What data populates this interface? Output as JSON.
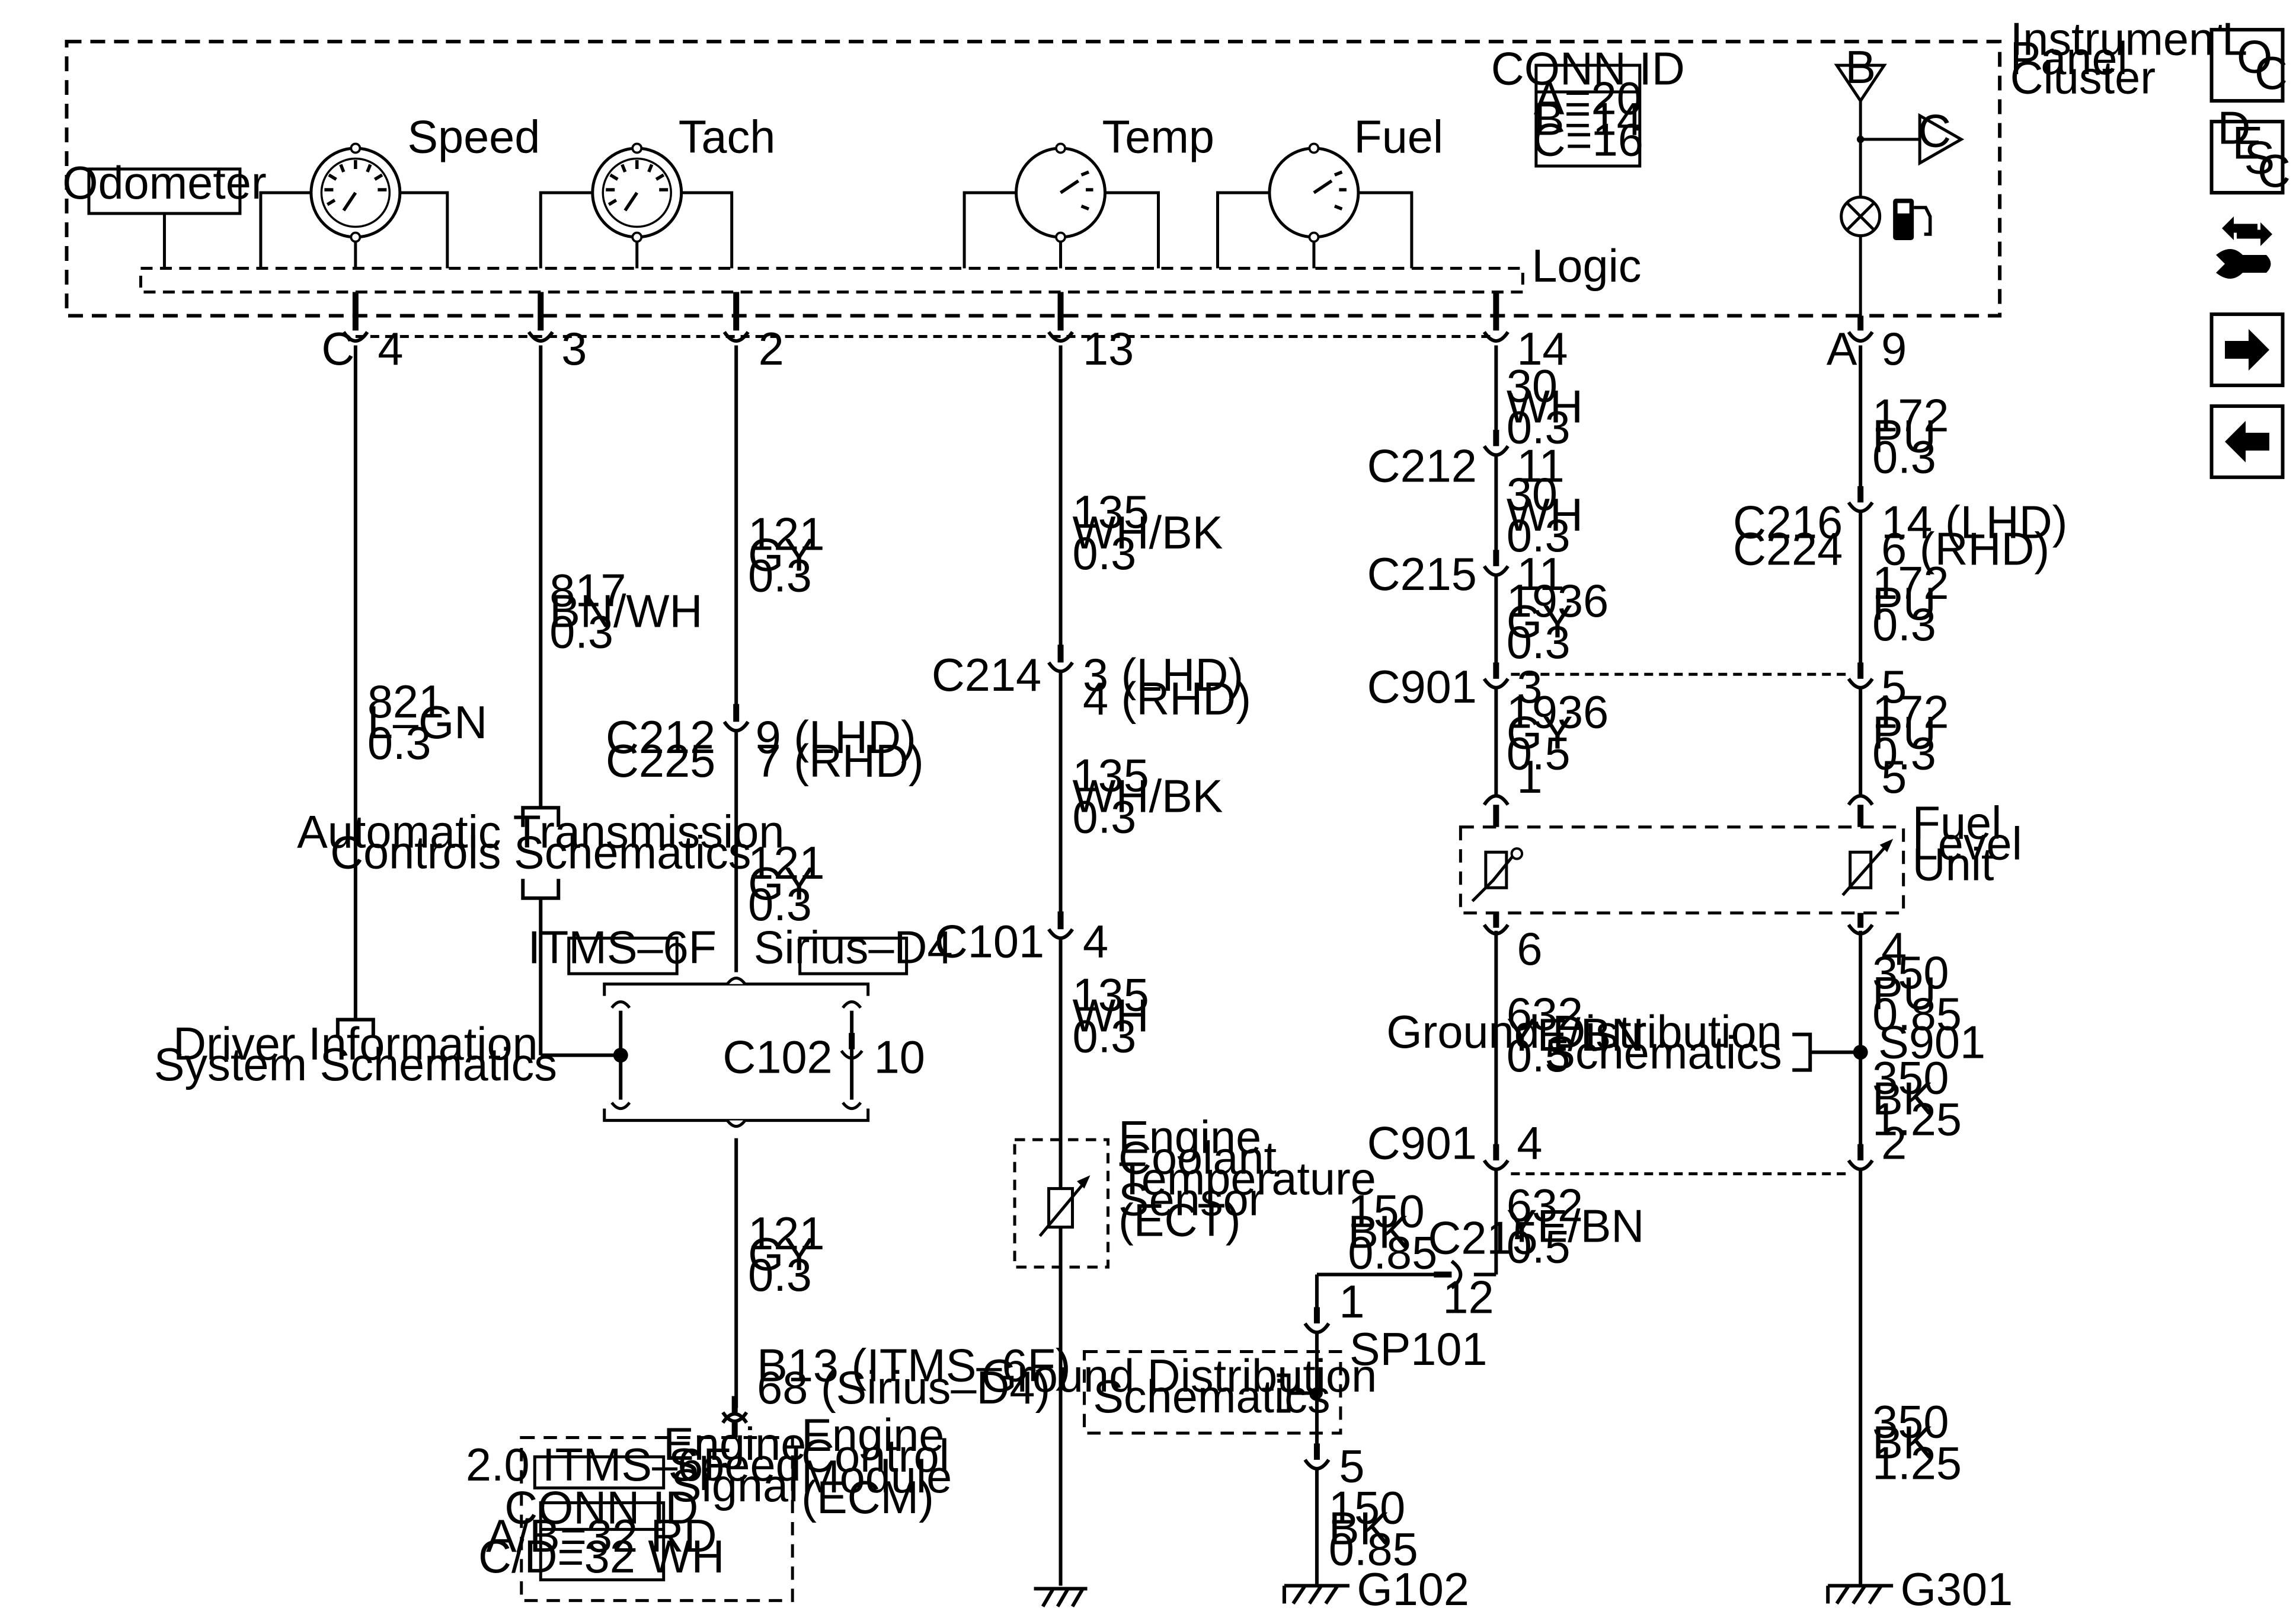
{
  "cluster": {
    "title_lines": [
      "Instrument",
      "Panel",
      "Cluster"
    ],
    "odometer": "Odometer",
    "logic": "Logic",
    "gauges": {
      "speed": "Speed",
      "tach": "Tach",
      "temp": "Temp",
      "fuel": "Fuel"
    },
    "conn_id": {
      "title": "CONN ID",
      "lines": [
        "A=20",
        "B=14",
        "C=16"
      ]
    },
    "bat_letter": "B",
    "c_letter": "C"
  },
  "pins": {
    "c_conn": "C",
    "p4": "4",
    "p3": "3",
    "p2": "2",
    "p13": "13",
    "p14": "14",
    "a_conn": "A",
    "p9": "9"
  },
  "wires": {
    "w821": [
      "821",
      "L–GN",
      "0.3"
    ],
    "w817": [
      "817",
      "BN/WH",
      "0.3"
    ],
    "w121a": [
      "121",
      "GY",
      "0.3"
    ],
    "w121b": [
      "121",
      "GY",
      "0.3"
    ],
    "w121c": [
      "121",
      "GY",
      "0.3"
    ],
    "w135a": [
      "135",
      "WH/BK",
      "0.3"
    ],
    "w135b": [
      "135",
      "WH/BK",
      "0.3"
    ],
    "w135c": [
      "135",
      "WH",
      "0.3"
    ],
    "w30a": [
      "30",
      "WH",
      "0.3"
    ],
    "w30b": [
      "30",
      "WH",
      "0.3"
    ],
    "w1936a": [
      "1936",
      "GY",
      "0.3"
    ],
    "w1936b": [
      "1936",
      "GY",
      "0.5"
    ],
    "w632a": [
      "632",
      "YE/BN",
      "0.5"
    ],
    "w632b": [
      "632",
      "YE/BN",
      "0.5"
    ],
    "w150a": [
      "150",
      "BK",
      "0.85"
    ],
    "w150b": [
      "150",
      "BK",
      "0.85"
    ],
    "w172a": [
      "172",
      "PU",
      "0.3"
    ],
    "w172b": [
      "172",
      "PU",
      "0.3"
    ],
    "w172c": [
      "172",
      "PU",
      "0.3"
    ],
    "w350a": [
      "350",
      "PU",
      "0.85"
    ],
    "w350b": [
      "350",
      "BK",
      "1.25"
    ],
    "w350c": [
      "350",
      "BK",
      "1.25"
    ]
  },
  "connectors": {
    "c212_speed": [
      "C212",
      "9 (LHD)"
    ],
    "c225_speed": [
      "C225",
      "7 (RHD)"
    ],
    "c214": [
      "C214",
      "3 (LHD)",
      "4 (RHD)"
    ],
    "c101": [
      "C101",
      "4"
    ],
    "c212_temp": [
      "C212",
      "11"
    ],
    "c215_temp": [
      "C215",
      "11"
    ],
    "c901_top_left": [
      "C901",
      "3"
    ],
    "c901_top_right": "5",
    "fuel_pin1": "1",
    "fuel_pin5": "5",
    "fuel_pin6": "6",
    "fuel_pin4": "4",
    "c901_bottom_left": [
      "C901",
      "4"
    ],
    "c901_bottom_right": "2",
    "c215_gnd": [
      "C215",
      "12"
    ],
    "c216": [
      "C216",
      "14 (LHD)"
    ],
    "c224": [
      "C224",
      "6 (RHD)"
    ],
    "c102": [
      "C102",
      "10"
    ],
    "sp101_pin1": "1",
    "sp101_pin5": "5",
    "b13": [
      "B13 (ITMS–6F)",
      "68 (Sirius–D4)"
    ]
  },
  "labels": {
    "driver_info": [
      "Driver Information",
      "System Schematics"
    ],
    "atc": [
      "Automatic Transmission",
      "Controls Schematics"
    ],
    "itms": "ITMS–6F",
    "sirius": "Sirius–D4",
    "ect": [
      "Engine",
      "Coolant",
      "Temperature",
      "Sensor",
      "(ECT)"
    ],
    "fuel_level_unit": [
      "Fuel",
      "Level",
      "Unit"
    ],
    "gnd_dist_right": [
      "Ground Distribution",
      "Schematics"
    ],
    "gnd_dist_left": [
      "Ground Distribution",
      "Schematics"
    ],
    "s901": "S901",
    "sp101": "SP101",
    "g102": "G102",
    "g301": "G301",
    "ecm_box": "2.0 ITMS–6F",
    "ecm_conn_title": "CONN ID",
    "ecm_conn_lines": [
      "A/B=32 RD",
      "C/D=32 WH"
    ],
    "engine_speed_signal": [
      "Engine",
      "Speed",
      "Signal"
    ],
    "ecm": [
      "Engine",
      "Control",
      "Module",
      "(ECM)"
    ]
  },
  "nav": {
    "loc": [
      "L",
      "O",
      "C"
    ],
    "desc": [
      "D",
      "E",
      "S",
      "C"
    ]
  }
}
